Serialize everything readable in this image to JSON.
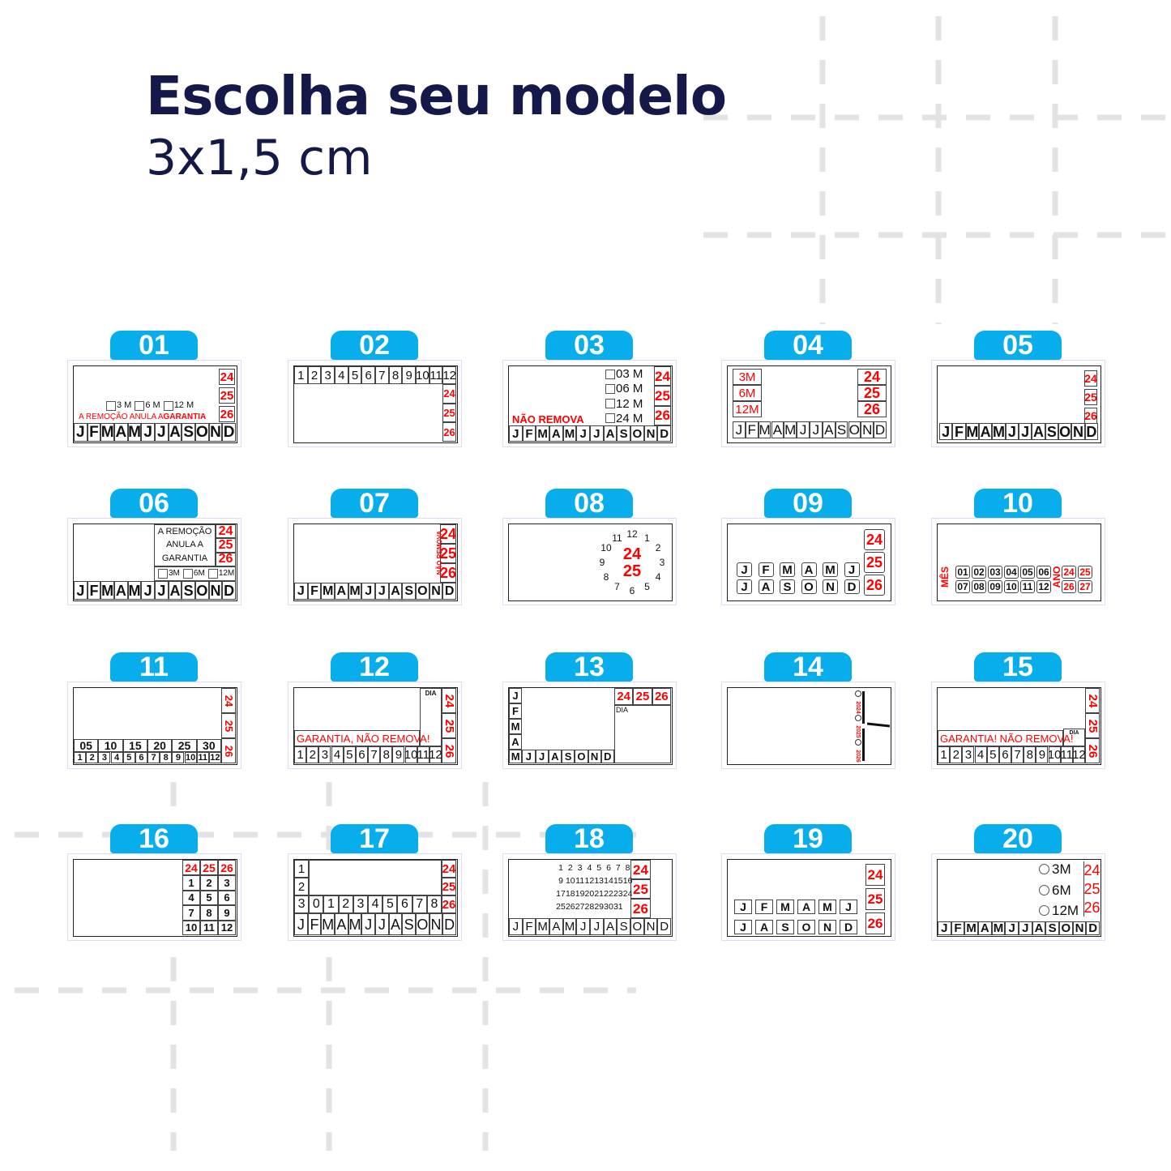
{
  "header": {
    "title": "Escolha seu modelo",
    "subtitle": "3x1,5 cm"
  },
  "colors": {
    "badge": "#08adec",
    "title": "#14194a",
    "accent_red": "#ff0000"
  },
  "months": [
    "J",
    "F",
    "M",
    "A",
    "M",
    "J",
    "J",
    "A",
    "S",
    "O",
    "N",
    "D"
  ],
  "models": [
    {
      "number": "01",
      "years": [
        "24",
        "25",
        "26"
      ],
      "options": [
        "3 M",
        "6 M",
        "12 M"
      ],
      "warning": "A REMOÇÃO ANULA A",
      "warning_bold": "GARANTIA"
    },
    {
      "number": "02",
      "numbers": [
        "1",
        "2",
        "3",
        "4",
        "5",
        "6",
        "7",
        "8",
        "9",
        "10",
        "11",
        "12"
      ],
      "years": [
        "24",
        "25",
        "26"
      ]
    },
    {
      "number": "03",
      "options": [
        "03 M",
        "06 M",
        "12 M",
        "24 M"
      ],
      "note": "NÃO REMOVA",
      "years": [
        "24",
        "25",
        "26"
      ]
    },
    {
      "number": "04",
      "options": [
        "3M",
        "6M",
        "12M"
      ],
      "years": [
        "24",
        "25",
        "26"
      ]
    },
    {
      "number": "05",
      "years": [
        "24",
        "25",
        "26"
      ]
    },
    {
      "number": "06",
      "note_lines": [
        "A REMOÇÃO",
        "ANULA A",
        "GARANTIA"
      ],
      "options": [
        "3M",
        "6M",
        "12M"
      ],
      "years": [
        "24",
        "25",
        "26"
      ]
    },
    {
      "number": "07",
      "note": "NÃO REMOVA",
      "years": [
        "24",
        "25",
        "26"
      ]
    },
    {
      "number": "08",
      "clock": [
        "12",
        "1",
        "2",
        "3",
        "4",
        "5",
        "6",
        "7",
        "8",
        "9",
        "10",
        "11"
      ],
      "years": [
        "24",
        "25"
      ]
    },
    {
      "number": "09",
      "years": [
        "24",
        "25",
        "26"
      ]
    },
    {
      "number": "10",
      "month_label": "MÊS",
      "numbers": [
        "01",
        "02",
        "03",
        "04",
        "05",
        "06",
        "07",
        "08",
        "09",
        "10",
        "11",
        "12"
      ],
      "year_label": "ANO",
      "years": [
        "24",
        "25",
        "26",
        "27"
      ]
    },
    {
      "number": "11",
      "days": [
        "05",
        "10",
        "15",
        "20",
        "25",
        "30"
      ],
      "numbers": [
        "1",
        "2",
        "3",
        "4",
        "5",
        "6",
        "7",
        "8",
        "9",
        "10",
        "11",
        "12"
      ],
      "years": [
        "24",
        "25",
        "26"
      ]
    },
    {
      "number": "12",
      "day_label": "DIA",
      "note": "GARANTIA, NÃO REMOVA!",
      "numbers": [
        "1",
        "2",
        "3",
        "4",
        "5",
        "6",
        "7",
        "8",
        "9",
        "10",
        "11",
        "12"
      ],
      "years": [
        "24",
        "25",
        "26"
      ]
    },
    {
      "number": "13",
      "years": [
        "24",
        "25",
        "26"
      ],
      "day_label": "DIA"
    },
    {
      "number": "14",
      "years": [
        "2024",
        "2025",
        "2026"
      ]
    },
    {
      "number": "15",
      "note": "GARANTIA! NÃO REMOVA!",
      "day_label": "DIA",
      "numbers": [
        "1",
        "2",
        "3",
        "4",
        "5",
        "6",
        "7",
        "8",
        "9",
        "10",
        "11",
        "12"
      ],
      "years": [
        "24",
        "25",
        "26"
      ]
    },
    {
      "number": "16",
      "years": [
        "24",
        "25",
        "26"
      ],
      "numbers": [
        "1",
        "2",
        "3",
        "4",
        "5",
        "6",
        "7",
        "8",
        "9",
        "10",
        "11",
        "12"
      ]
    },
    {
      "number": "17",
      "left": [
        "1",
        "2"
      ],
      "digits": [
        "3",
        "0",
        "1",
        "2",
        "3",
        "4",
        "5",
        "6",
        "7",
        "8"
      ],
      "years": [
        "24",
        "25",
        "26"
      ]
    },
    {
      "number": "18",
      "days": [
        "1",
        "2",
        "3",
        "4",
        "5",
        "6",
        "7",
        "8",
        "9",
        "10",
        "11",
        "12",
        "13",
        "14",
        "15",
        "16",
        "17",
        "18",
        "19",
        "20",
        "21",
        "22",
        "23",
        "24",
        "25",
        "26",
        "27",
        "28",
        "29",
        "30",
        "31"
      ],
      "years": [
        "24",
        "25",
        "26"
      ]
    },
    {
      "number": "19",
      "years": [
        "24",
        "25",
        "26"
      ]
    },
    {
      "number": "20",
      "options": [
        "3M",
        "6M",
        "12M"
      ],
      "years": [
        "24",
        "25",
        "26"
      ]
    }
  ]
}
